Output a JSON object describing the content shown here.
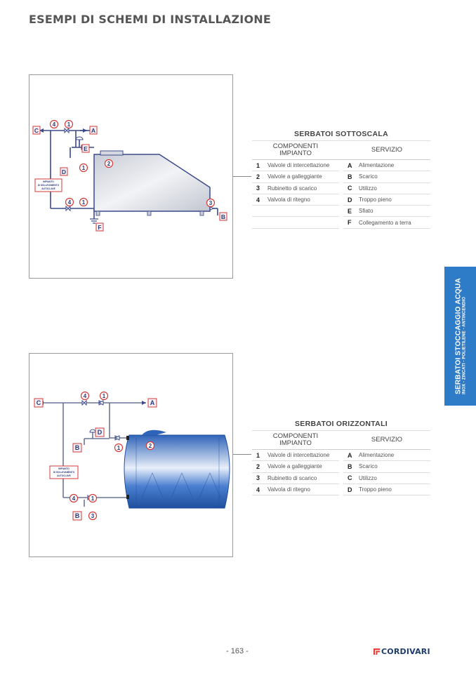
{
  "page": {
    "title": "ESEMPI DI SCHEMI DI INSTALLAZIONE",
    "page_number": "- 163 -",
    "brand": "CORDIVARI",
    "brand_color": "#e8413a",
    "accent_color": "#2e7cc7"
  },
  "side_tab": {
    "line1": "SERBATOI STOCCAGGIO ACQUA",
    "line2": "INOX - ZINCATI - POLIETILENE - ANTINCENDIO"
  },
  "diagrams": {
    "autoclave_label": [
      "IMPIANTO",
      "DI SOLLEVAMENTO",
      "AUTOCLAVE"
    ],
    "sottoscala_letters": [
      "A",
      "B",
      "C",
      "D",
      "E",
      "F"
    ],
    "sottoscala_numbers": [
      "1",
      "2",
      "3",
      "4"
    ],
    "orizzontali_letters": [
      "A",
      "B",
      "C",
      "D"
    ],
    "orizzontali_numbers": [
      "1",
      "2",
      "3",
      "4"
    ]
  },
  "tables": [
    {
      "title": "SERBATOI SOTTOSCALA",
      "header_left_1": "COMPONENTI",
      "header_left_2": "IMPIANTO",
      "header_right": "SERVIZIO",
      "components": [
        {
          "key": "1",
          "label": "Valvole di intercettazione"
        },
        {
          "key": "2",
          "label": "Valvole a galleggiante"
        },
        {
          "key": "3",
          "label": "Rubinetto di scarico"
        },
        {
          "key": "4",
          "label": "Valvola di ritegno"
        },
        {
          "key": "",
          "label": ""
        },
        {
          "key": "",
          "label": ""
        }
      ],
      "services": [
        {
          "key": "A",
          "label": "Alimentazione"
        },
        {
          "key": "B",
          "label": "Scarico"
        },
        {
          "key": "C",
          "label": "Utilizzo"
        },
        {
          "key": "D",
          "label": "Troppo pieno"
        },
        {
          "key": "E",
          "label": "Sfiato"
        },
        {
          "key": "F",
          "label": "Collegamento a terra"
        }
      ]
    },
    {
      "title": "SERBATOI ORIZZONTALI",
      "header_left_1": "COMPONENTI",
      "header_left_2": "IMPIANTO",
      "header_right": "SERVIZIO",
      "components": [
        {
          "key": "1",
          "label": "Valvole di intercettazione"
        },
        {
          "key": "2",
          "label": "Valvole a galleggiante"
        },
        {
          "key": "3",
          "label": "Rubinetto di scarico"
        },
        {
          "key": "4",
          "label": "Valvola di ritegno"
        }
      ],
      "services": [
        {
          "key": "A",
          "label": "Alimentazione"
        },
        {
          "key": "B",
          "label": "Scarico"
        },
        {
          "key": "C",
          "label": "Utilizzo"
        },
        {
          "key": "D",
          "label": "Troppo pieno"
        }
      ]
    }
  ]
}
